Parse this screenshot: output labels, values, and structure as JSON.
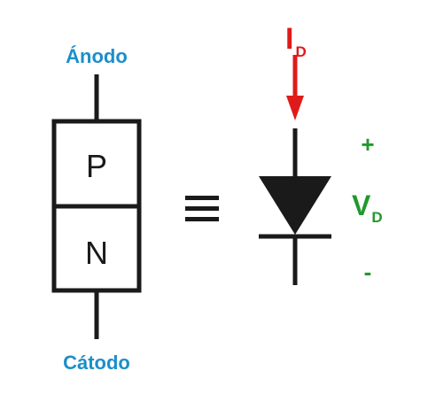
{
  "pn_junction": {
    "anode_label": "Ánodo",
    "cathode_label": "Cátodo",
    "p_region": "P",
    "n_region": "N"
  },
  "equivalence_symbol": "≡",
  "diode_symbol": {
    "current_label": "I",
    "current_subscript": "D",
    "voltage_label": "V",
    "voltage_subscript": "D",
    "plus_sign": "+",
    "minus_sign": "-"
  },
  "colors": {
    "terminal_label": "#1b8fc9",
    "current": "#e01a1a",
    "voltage": "#1f9a2c",
    "stroke": "#1a1a1a"
  }
}
